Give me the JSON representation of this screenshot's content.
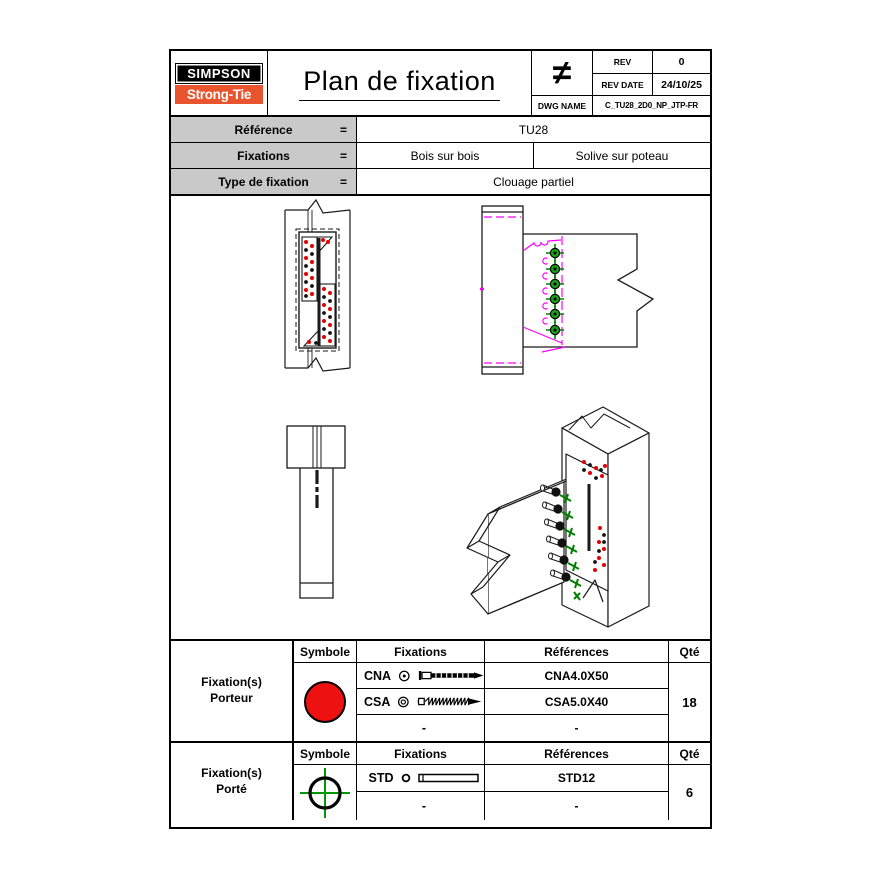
{
  "colors": {
    "brand_orange": "#e8542e",
    "symbol_red": "#ee1111",
    "drawing_magenta": "#ff00ff",
    "drawing_green": "#008000",
    "table_gray": "#c9c9c9"
  },
  "header": {
    "logo_top": "SIMPSON",
    "logo_bottom": "Strong-Tie",
    "title": "Plan de fixation",
    "neq_symbol": "≠",
    "rev_label": "REV",
    "rev_value": "0",
    "rev_date_label": "REV DATE",
    "rev_date_value": "24/10/25",
    "dwg_label": "DWG NAME",
    "dwg_value": "C_TU28_2D0_NP_JTP-FR"
  },
  "info": {
    "rows": [
      {
        "label": "Référence",
        "eq": "=",
        "values": [
          "TU28"
        ]
      },
      {
        "label": "Fixations",
        "eq": "=",
        "values": [
          "Bois sur bois",
          "Solive sur poteau"
        ]
      },
      {
        "label": "Type de fixation",
        "eq": "=",
        "values": [
          "Clouage partiel"
        ]
      }
    ]
  },
  "porteur": {
    "title_line1": "Fixation(s)",
    "title_line2": "Porteur",
    "headers": [
      "Symbole",
      "Fixations",
      "Références",
      "Qté"
    ],
    "symbol": "red-filled-circle",
    "rows": [
      {
        "code": "CNA",
        "icon": "nail-icon",
        "marker": "circle-dot",
        "ref": "CNA4.0X50"
      },
      {
        "code": "CSA",
        "icon": "screw-icon",
        "marker": "circle-double",
        "ref": "CSA5.0X40"
      },
      {
        "code": "-",
        "icon": "",
        "marker": "",
        "ref": "-"
      }
    ],
    "qty": "18"
  },
  "porte": {
    "title_line1": "Fixation(s)",
    "title_line2": "Porté",
    "headers": [
      "Symbole",
      "Fixations",
      "Références",
      "Qté"
    ],
    "symbol": "green-crosshair-circle",
    "rows": [
      {
        "code": "STD",
        "icon": "dowel-icon",
        "marker": "circle-small",
        "ref": "STD12"
      },
      {
        "code": "-",
        "icon": "",
        "marker": "",
        "ref": "-"
      }
    ],
    "qty": "6"
  }
}
